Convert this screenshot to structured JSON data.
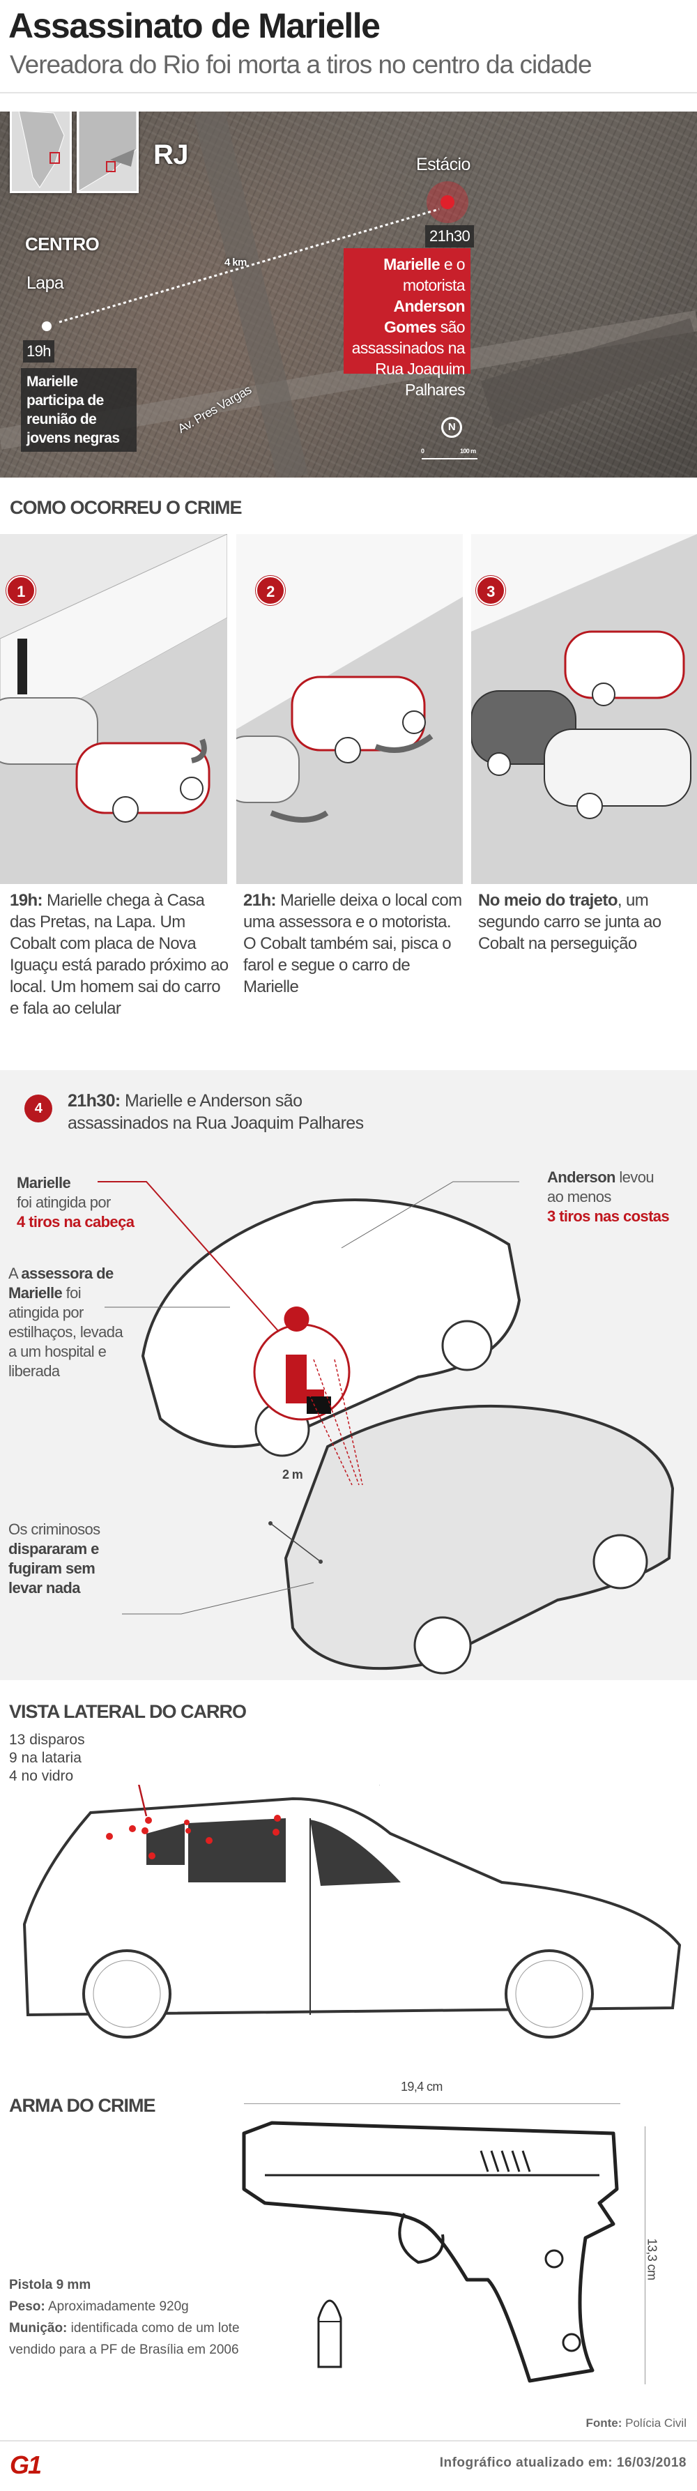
{
  "header": {
    "title": "Assassinato de Marielle",
    "subtitle": "Vereadora do Rio foi morta a tiros no centro da cidade"
  },
  "map": {
    "state": "RJ",
    "centro": "CENTRO",
    "lapa": "Lapa",
    "estacio": "Estácio",
    "distance": "4 km",
    "start_time": "19h",
    "start_event": "Marielle participa de reunião de jovens negras",
    "end_time": "21h30",
    "end_event": {
      "p1": "Marielle",
      "p2": " e o motorista ",
      "p3": "Anderson Gomes",
      "p4": " são assassinados na Rua Joaquim Palhares"
    },
    "street": "Av. Pres Vargas",
    "north": "N",
    "scale_start": "0",
    "scale_end": "100 m",
    "accent": "#c8202b"
  },
  "how": {
    "title": "COMO OCORREU O CRIME",
    "steps": [
      {
        "number": "1",
        "lead": "19h:",
        "text": " Marielle chega à Casa das Pretas, na Lapa. Um Cobalt com placa de Nova Iguaçu está parado próximo ao local. Um homem sai do carro e fala ao celular"
      },
      {
        "number": "2",
        "lead": "21h:",
        "text": " Marielle deixa o local com uma assessora e o motorista. O Cobalt também sai, pisca o farol e segue o carro de Marielle"
      },
      {
        "number": "3",
        "lead": "No meio do trajeto",
        "text": ", um segundo carro se junta ao Cobalt na perseguição"
      }
    ]
  },
  "attack": {
    "number": "4",
    "lead": "21h30:",
    "text": " Marielle e Anderson são assassinados na Rua Joaquim Palhares",
    "marielle": {
      "name": "Marielle",
      "text": "foi atingida por",
      "hits": "4 tiros na cabeça"
    },
    "anderson": {
      "name": "Anderson",
      "text1": " levou",
      "text2": "ao menos",
      "hits": "3 tiros nas costas"
    },
    "assessora": {
      "pre": "A ",
      "name": "assessora de Marielle",
      "text": "foi atingida por estilhaços, levada a um hospital e liberada"
    },
    "criminals": {
      "text": "Os criminosos",
      "bold": "dispararam e fugiram sem levar nada"
    },
    "distance": "2 m"
  },
  "side": {
    "title": "VISTA LATERAL DO CARRO",
    "lines": [
      "13 disparos",
      "9 na lataria",
      "4 no vidro"
    ]
  },
  "weapon": {
    "title": "ARMA DO CRIME",
    "width": "19,4 cm",
    "height": "13,3 cm",
    "name": "Pistola 9 mm",
    "weight_label": "Peso:",
    "weight": " Aproximadamente 920g",
    "ammo_label": "Munição:",
    "ammo": " identificada como de um lote vendido para a PF de Brasília em 2006"
  },
  "footer": {
    "source_label": "Fonte:",
    "source": " Polícia Civil",
    "updated_label": "Infográfico atualizado em:",
    "date": " 16/03/2018",
    "logo": "G1",
    "logo_color": "#c4170c"
  }
}
